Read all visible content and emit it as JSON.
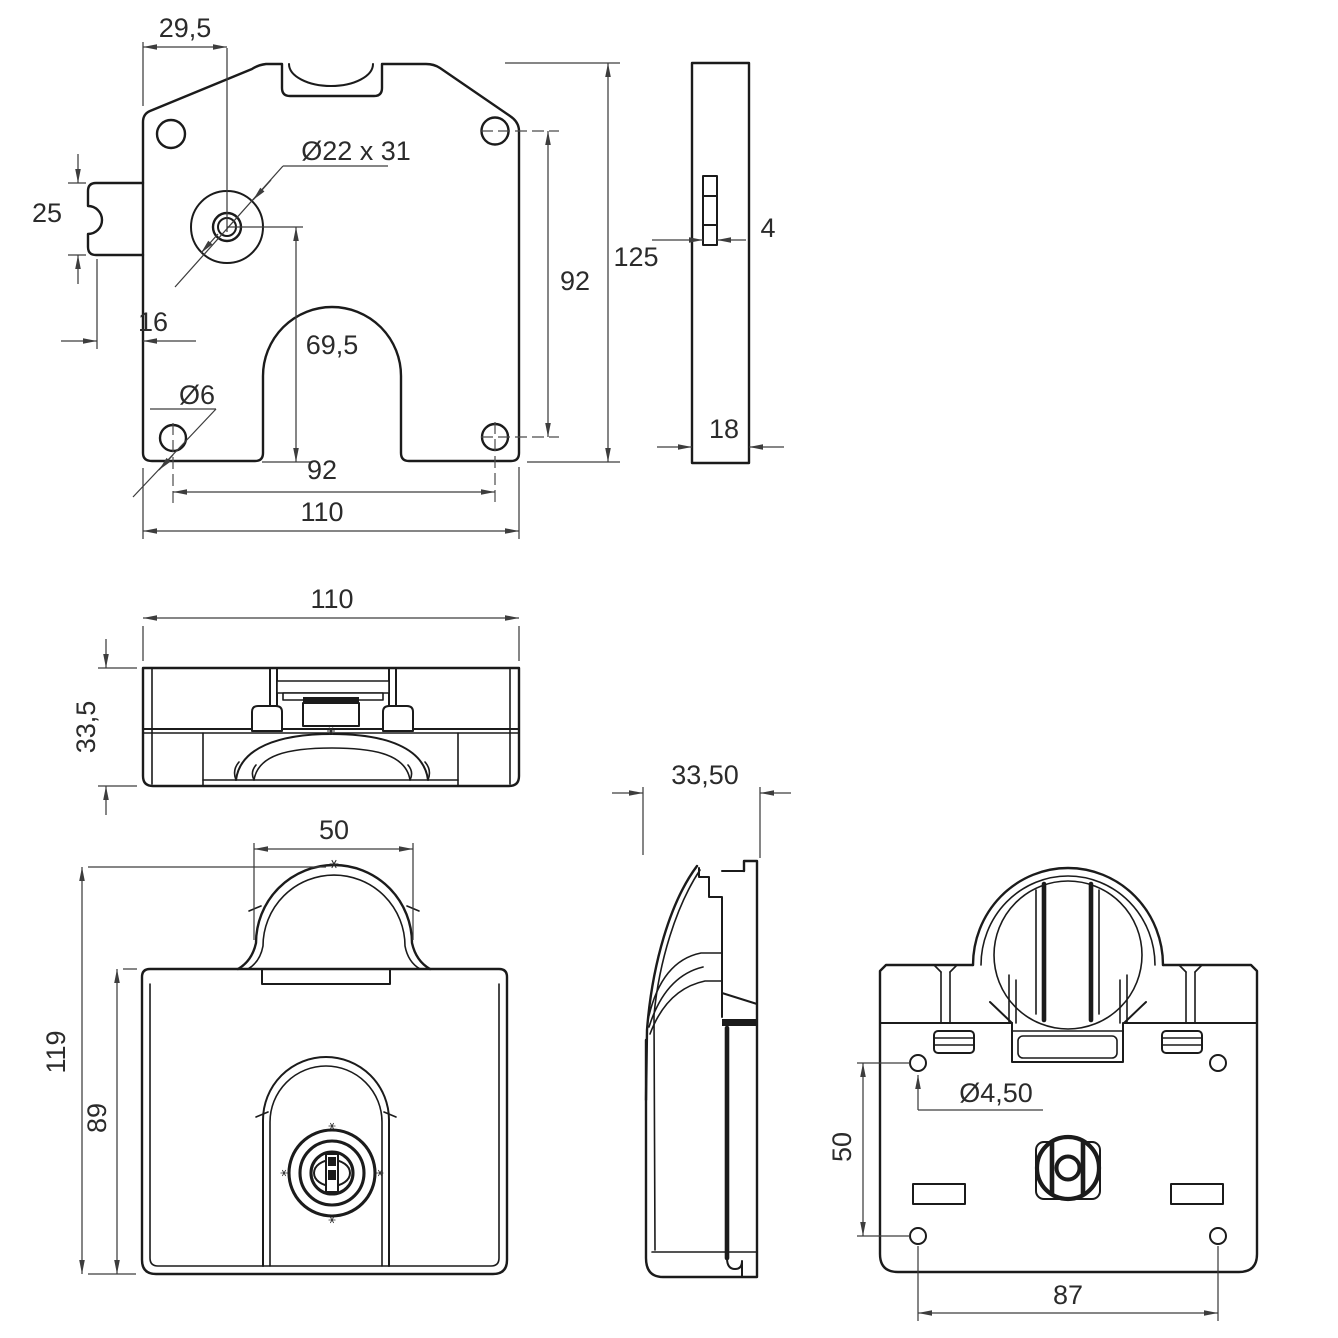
{
  "drawing": {
    "kind": "multi-view technical drawing of a lock",
    "colors": {
      "line": "#1b1b1b",
      "dimension": "#3d3d3d",
      "background": "#ffffff"
    }
  },
  "views": {
    "back_plate": {
      "dims": {
        "top_offset": "29,5",
        "latch_height": "25",
        "latch_offset": "16",
        "spindle_hole": "Ø22 x 31",
        "corner_hole": "Ø6",
        "cutout_height": "69,5",
        "bottom_hole_spacing": "92",
        "overall_width": "110",
        "side_hole_spacing": "92",
        "overall_height": "125"
      }
    },
    "side_edge": {
      "dims": {
        "slot_thickness": "4",
        "body_depth": "18"
      }
    },
    "top": {
      "dims": {
        "overall_width": "110",
        "overall_depth": "33,5"
      }
    },
    "front": {
      "dims": {
        "dome_width": "50",
        "overall_height": "119",
        "body_height": "89"
      }
    },
    "side_profile": {
      "dims": {
        "overall_depth": "33,50"
      }
    },
    "rear": {
      "dims": {
        "mount_hole_dia": "Ø4,50",
        "vertical_hole_spacing": "50",
        "horizontal_hole_spacing": "87"
      }
    }
  }
}
